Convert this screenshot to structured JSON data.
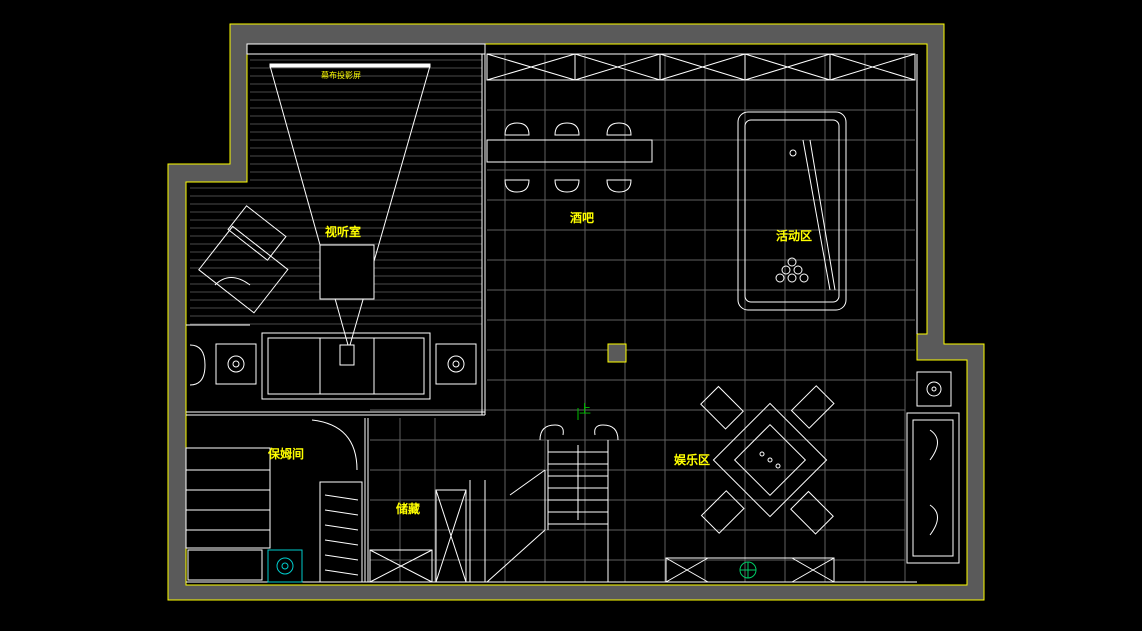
{
  "rooms": {
    "media_room": "视听室",
    "screen": "幕布投影屏",
    "bar": "酒吧",
    "activity_area": "活动区",
    "nanny_room": "保姆间",
    "storage": "储藏",
    "entertainment_area": "娱乐区"
  },
  "stair_up": "上",
  "colors": {
    "background": "#000000",
    "wall_fill": "#5a5a5a",
    "wall_outline": "#ffff00",
    "lines": "#ffffff",
    "grid": "#5f5f5f",
    "label": "#ffff00",
    "arrow": "#00c000",
    "symbol": "#00cccc"
  },
  "icons": [
    "speaker-icon",
    "pool-table-icon",
    "mahjong-table-icon",
    "sofa-icon",
    "plant-icon",
    "bed-icon"
  ]
}
